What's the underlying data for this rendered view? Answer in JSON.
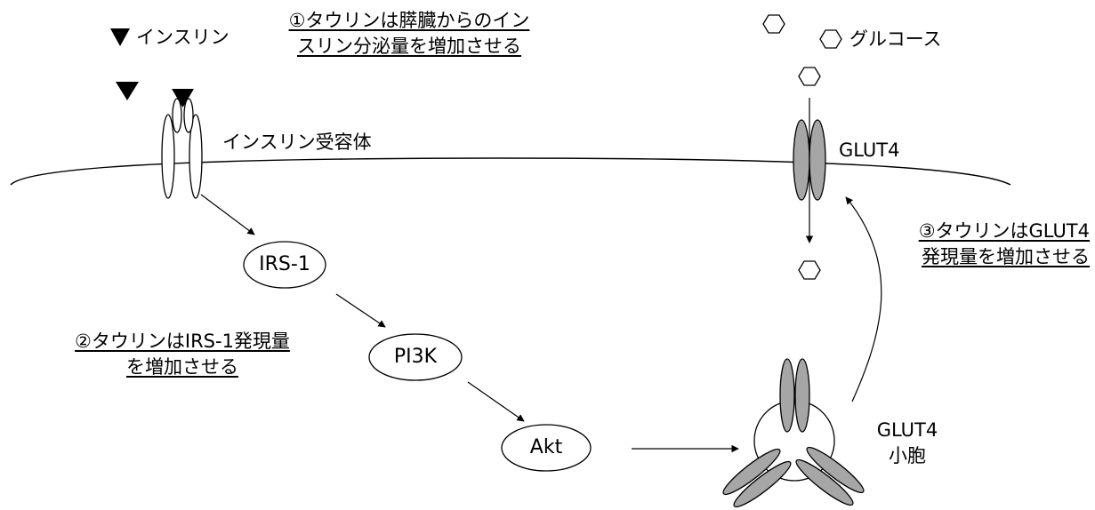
{
  "colors": {
    "line": "#000000",
    "glut4_fill": "#a6a6a6",
    "background": "#ffffff"
  },
  "icons": {
    "insulin": "black-down-triangle",
    "glucose": "hexagon-outline"
  },
  "legend": {
    "insulin": "インスリン",
    "glucose": "グルコース"
  },
  "labels": {
    "insulin_receptor": "インスリン受容体",
    "glut4": "GLUT4",
    "vesicle_line1": "GLUT4",
    "vesicle_line2": "小胞"
  },
  "nodes": {
    "irs1": "IRS-1",
    "pi3k": "PI3K",
    "akt": "Akt"
  },
  "notes": {
    "note1_line1": "①タウリンは膵臓からのイン",
    "note1_line2": "スリン分泌量を増加させる",
    "note2_line1": "②タウリンはIRS-1発現量",
    "note2_line2": "を増加させる",
    "note3_line1": "③タウリンはGLUT4",
    "note3_line2": "発現量を増加させる"
  }
}
